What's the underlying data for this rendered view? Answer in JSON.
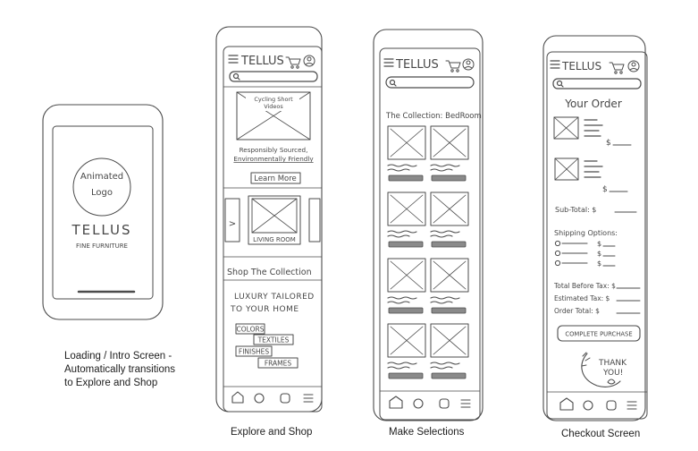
{
  "captions": {
    "intro": [
      "Loading / Intro Screen -",
      "Automatically transitions",
      "to Explore and Shop"
    ],
    "explore": "Explore and Shop",
    "selections": "Make Selections",
    "checkout": "Checkout Screen"
  },
  "intro_screen": {
    "logo_text": [
      "Animated",
      "Logo"
    ],
    "brand": "TELLUS",
    "tagline": "FINE FURNITURE"
  },
  "brand_header": {
    "title": "TELLUS"
  },
  "explore_screen": {
    "video_caption": [
      "Cycling Short",
      "Videos"
    ],
    "blurb": [
      "Responsibly Sourced,",
      "Environmentally Friendly"
    ],
    "learn_more": "Learn More",
    "carousel_label": "LIVING ROOM",
    "carousel_arrow": ">",
    "section_title": "Shop The Collection",
    "headline": [
      "LUXURY TAILORED",
      "TO YOUR HOME"
    ],
    "tags": [
      "COLORS",
      "TEXTILES",
      "FINISHES",
      "FRAMES"
    ]
  },
  "selections_screen": {
    "collection_title": "The Collection: BedRoom"
  },
  "checkout_screen": {
    "title": "Your Order",
    "currency": "$",
    "subtotal": "Sub-Total: $",
    "shipping_title": "Shipping Options:",
    "before_tax": "Total Before Tax: $",
    "estimated_tax": "Estimated Tax: $",
    "order_total": "Order Total: $",
    "purchase_button": "COMPLETE PURCHASE",
    "thank_you": [
      "THANK",
      "YOU!"
    ]
  },
  "icons": {
    "search": "search-icon",
    "cart": "cart-icon",
    "account": "account-icon",
    "menu": "hamburger-menu-icon",
    "home": "home-icon",
    "facebook": "facebook-icon",
    "instagram": "instagram-icon"
  }
}
